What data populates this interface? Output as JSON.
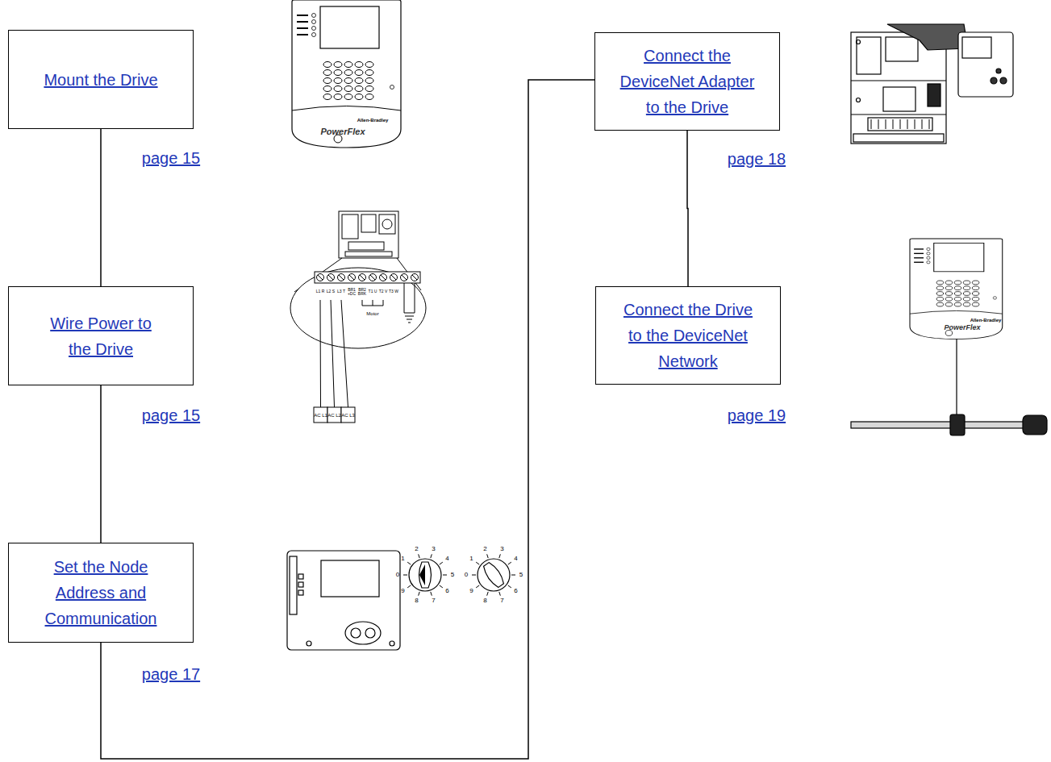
{
  "diagram": {
    "nodes": [
      {
        "text": [
          "Mount the Drive"
        ]
      },
      {
        "text": [
          "Wire Power to the Drive"
        ]
      },
      {
        "text": [
          "Set the Node Address and Communication"
        ]
      },
      {
        "text": [
          "Connect the DeviceNet Adapter to the Drive"
        ]
      },
      {
        "text": [
          "Connect the Drive to the DeviceNet Network"
        ]
      }
    ],
    "edges": [
      {
        "from": 0,
        "to": 1,
        "arrow": "none"
      },
      {
        "from": 1,
        "to": 2,
        "arrow": "none"
      },
      {
        "from": 2,
        "to": 3,
        "arrow": "none"
      },
      {
        "from": 3,
        "to": 4,
        "arrow": "none"
      }
    ],
    "labels": [
      "page 15",
      "page 15",
      "page 17",
      "page 18",
      "page 19",
      "Allen-Bradley",
      "PowerFlex",
      "L1 R",
      "L2 S",
      "L3 T",
      "BR1 +DC",
      "BR2 BRK",
      "T1 U",
      "T2 V",
      "T3 W",
      "Motor",
      "AC L1",
      "AC L2",
      "AC L3",
      "0",
      "1",
      "2",
      "3",
      "4",
      "5",
      "6",
      "7",
      "8",
      "9",
      "0",
      "1",
      "2",
      "3",
      "4",
      "5",
      "6",
      "7",
      "8",
      "9",
      "Allen-Bradley",
      "PowerFlex"
    ]
  }
}
